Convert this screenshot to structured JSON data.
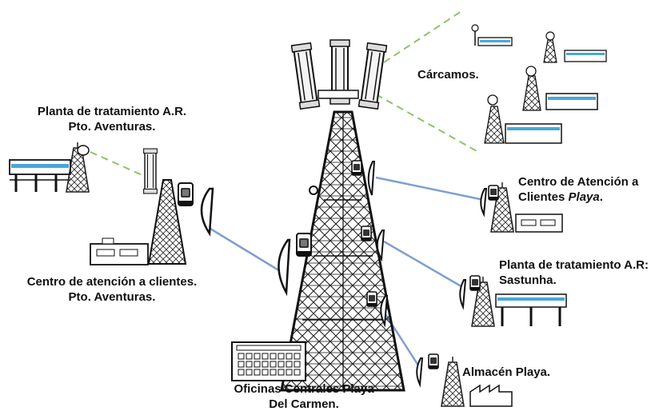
{
  "labels": {
    "planta_aventuras": [
      "Planta de tratamiento A.R.",
      "Pto. Aventuras."
    ],
    "centro_aventuras": [
      "Centro de atención a clientes.",
      "Pto. Aventuras."
    ],
    "carcamos": "Cárcamos.",
    "centro_playa_line1": "Centro de Atención a",
    "centro_playa_line2_prefix": "Clientes ",
    "centro_playa_line2_italic": "Playa",
    "centro_playa_line2_suffix": ".",
    "planta_sastunha": [
      "Planta de tratamiento A.R:",
      "Sastunha."
    ],
    "almacen": "Almacén Playa.",
    "oficinas": [
      "Oficinas Centrales Playa",
      "Del Carmen."
    ]
  },
  "colors": {
    "microwave_link": "#7f9fcf",
    "wireless_link": "#8cc46a",
    "building_sign": "#48a8d8",
    "steel": "#222222"
  },
  "icons": [
    "lattice-tower-icon",
    "parabolic-antenna-icon",
    "radio-unit-icon",
    "sector-antenna-icon",
    "building-icon",
    "factory-icon",
    "treatment-plant-icon"
  ]
}
